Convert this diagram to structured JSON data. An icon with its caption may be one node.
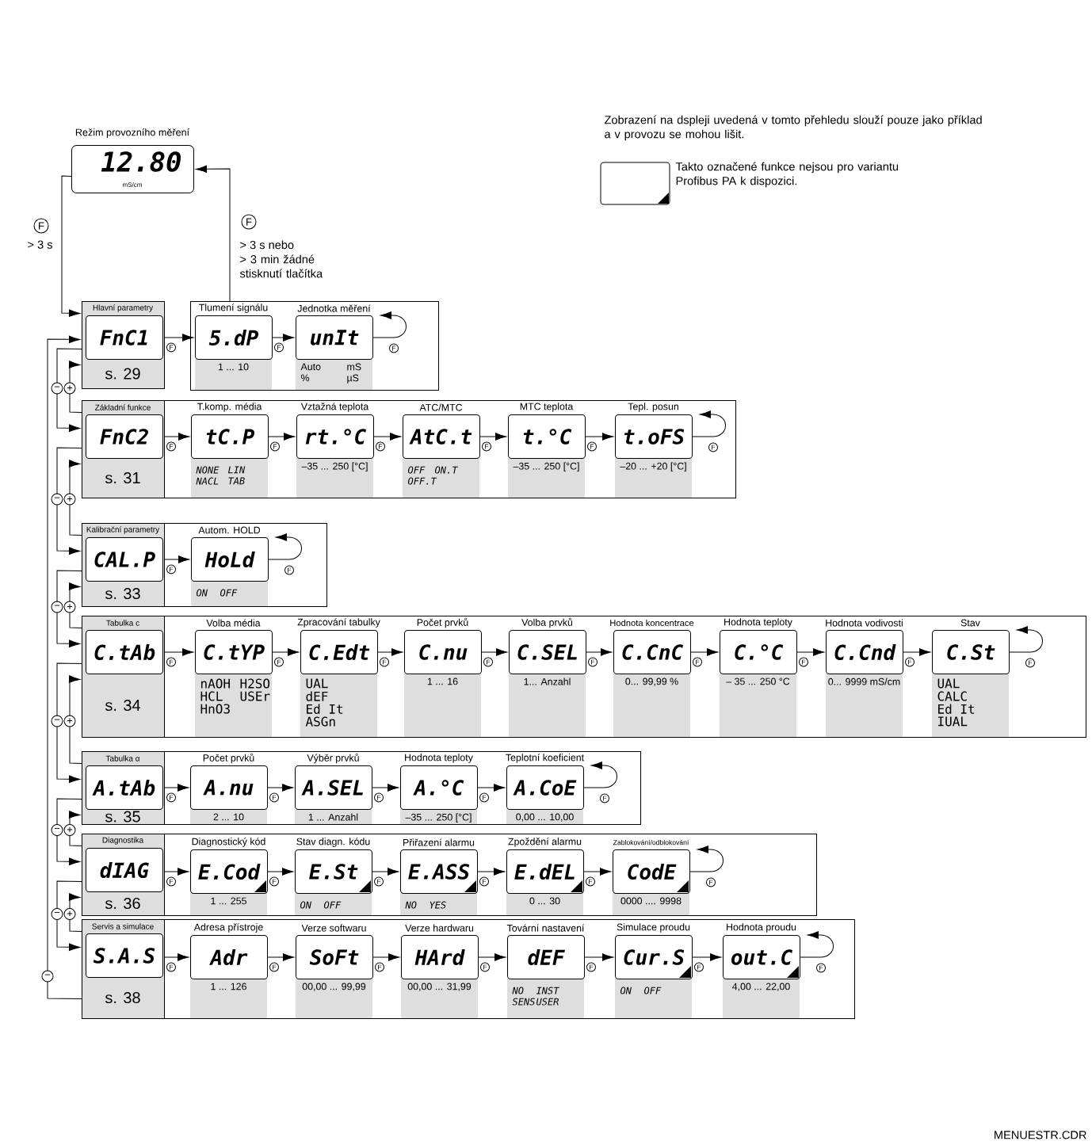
{
  "diagram": {
    "nodes": [
      {
        "text": [
          "Režim provozního měření",
          "12.80",
          "mS/cm"
        ]
      },
      {
        "text": [
          "Hlavní parametry",
          "FnC1",
          "s. 29"
        ]
      },
      {
        "text": [],
        "shape": "box"
      },
      {
        "text": [
          "Tlumení signálu",
          "5.dP",
          "1 ... 10"
        ],
        "in": 2
      },
      {
        "text": [
          "Jednotka měření",
          "unIt",
          "Auto",
          "mS",
          "%",
          "µS"
        ],
        "in": 2
      },
      {
        "text": [],
        "shape": "box"
      },
      {
        "text": [
          "Základní funkce",
          "FnC2",
          "s. 31"
        ],
        "in": 5
      },
      {
        "text": [
          "T.komp. média",
          "tC.P",
          "NONE",
          "LIN",
          "NACL",
          "TAB"
        ],
        "in": 5
      },
      {
        "text": [
          "Vztažná teplota",
          "rt.°C",
          "–35 ... 250 [°C]"
        ],
        "in": 5
      },
      {
        "text": [
          "ATC/MTC",
          "AtC.t",
          "OFF",
          "ON.T",
          "OFF.T"
        ],
        "in": 5
      },
      {
        "text": [
          "MTC teplota",
          "t.°C",
          "–35 ... 250 [°C]"
        ],
        "in": 5
      },
      {
        "text": [
          "Tepl. posun",
          "t.oFS",
          "–20 ... +20 [°C]"
        ],
        "in": 5
      },
      {
        "text": [],
        "shape": "box"
      },
      {
        "text": [
          "Kalibrační parametry",
          "CAL.P",
          "s. 33"
        ],
        "in": 12
      },
      {
        "text": [
          "Autom. HOLD",
          "HoLd",
          "ON",
          "OFF"
        ],
        "in": 12
      },
      {
        "text": [],
        "shape": "box"
      },
      {
        "text": [
          "Tabulka c",
          "C.tAb",
          "s. 34"
        ],
        "in": 15
      },
      {
        "text": [
          "Volba média",
          "C.tYP",
          "nAOH",
          "H2SO",
          "HCL",
          "USEr",
          "HnO3"
        ],
        "in": 15
      },
      {
        "text": [
          "Zpracování tabulky",
          "C.Edt",
          "UAL",
          "dEF",
          "Ed It",
          "ASGn"
        ],
        "in": 15
      },
      {
        "text": [
          "Počet prvků",
          "C.nu",
          "1 ... 16"
        ],
        "in": 15
      },
      {
        "text": [
          "Volba prvků",
          "C.SEL",
          "1... Anzahl"
        ],
        "in": 15
      },
      {
        "text": [
          "Hodnota koncentrace",
          "C.CnC",
          "0... 99,99 %"
        ],
        "in": 15
      },
      {
        "text": [
          "Hodnota teploty",
          "C.°C",
          "– 35 ... 250 °C"
        ],
        "in": 15
      },
      {
        "text": [
          "Hodnota vodivosti",
          "C.Cnd",
          "0... 9999 mS/cm"
        ],
        "in": 15
      },
      {
        "text": [
          "Stav",
          "C.St",
          "UAL",
          "CALC",
          "Ed It",
          "IUAL"
        ],
        "in": 15
      },
      {
        "text": [],
        "shape": "box"
      },
      {
        "text": [
          "Tabulka α",
          "A.tAb",
          "s. 35"
        ],
        "in": 25
      },
      {
        "text": [
          "Počet prvků",
          "A.nu",
          "2 ... 10"
        ],
        "in": 25
      },
      {
        "text": [
          "Výběr prvků",
          "A.SEL",
          "1 ... Anzahl"
        ],
        "in": 25
      },
      {
        "text": [
          "Hodnota teploty",
          "A.°C",
          "–35 ... 250 [°C]"
        ],
        "in": 25
      },
      {
        "text": [
          "Teplotní koeficient",
          "A.CoE",
          "0,00 ... 10,00"
        ],
        "in": 25
      },
      {
        "text": [],
        "shape": "box"
      },
      {
        "text": [
          "Diagnostika",
          "dIAG",
          "s. 36"
        ],
        "in": 31
      },
      {
        "text": [
          "Diagnostický kód",
          "E.Cod",
          "1 ... 255"
        ],
        "in": 31
      },
      {
        "text": [
          "Stav diagn. kódu",
          "E.St",
          "ON",
          "OFF"
        ],
        "in": 31
      },
      {
        "text": [
          "Přiřazení alarmu",
          "E.ASS",
          "NO",
          "YES"
        ],
        "in": 31
      },
      {
        "text": [
          "Zpoždění alarmu",
          "E.dEL",
          "0 ... 30"
        ],
        "in": 31
      },
      {
        "text": [
          "Zablokování/odblokování",
          "CodE",
          "0000 .... 9998"
        ],
        "in": 31
      },
      {
        "text": [],
        "shape": "box"
      },
      {
        "text": [
          "Servis a simulace",
          "S.A.S",
          "s. 38"
        ],
        "in": 38
      },
      {
        "text": [
          "Adresa přístroje",
          "Adr",
          "1 ... 126"
        ],
        "in": 38
      },
      {
        "text": [
          "Verze softwaru",
          "SoFt",
          "00,00 ... 99,99"
        ],
        "in": 38
      },
      {
        "text": [
          "Verze hardwaru",
          "HArd",
          "00,00 ... 31,99"
        ],
        "in": 38
      },
      {
        "text": [
          "Tovární nastavení",
          "dEF",
          "NO",
          "INST",
          "SENS",
          "USER"
        ],
        "in": 38
      },
      {
        "text": [
          "Simulace proudu",
          "Cur.S",
          "ON",
          "OFF"
        ],
        "in": 38
      },
      {
        "text": [
          "Hodnota proudu",
          "out.C",
          "4,00 ... 22,00"
        ],
        "in": 38
      }
    ],
    "edges": [
      {
        "from": 0,
        "to": 1,
        "arrow": "to",
        "label": "F"
      },
      {
        "from": 2,
        "to": 0,
        "arrow": "to",
        "label": "F"
      },
      {
        "from": 1,
        "to": 3,
        "arrow": "to",
        "label": "F"
      },
      {
        "from": 3,
        "to": 4,
        "arrow": "to",
        "label": "F"
      },
      {
        "from": 4,
        "to": 4,
        "arrow": "to",
        "label": "F"
      },
      {
        "from": 6,
        "to": 7,
        "arrow": "to",
        "label": "F"
      },
      {
        "from": 7,
        "to": 8,
        "arrow": "to",
        "label": "F"
      },
      {
        "from": 8,
        "to": 9,
        "arrow": "to",
        "label": "F"
      },
      {
        "from": 9,
        "to": 10,
        "arrow": "to",
        "label": "F"
      },
      {
        "from": 10,
        "to": 11,
        "arrow": "to",
        "label": "F"
      },
      {
        "from": 11,
        "to": 11,
        "arrow": "to",
        "label": "F"
      },
      {
        "from": 13,
        "to": 14,
        "arrow": "to",
        "label": "F"
      },
      {
        "from": 14,
        "to": 14,
        "arrow": "to",
        "label": "F"
      },
      {
        "from": 16,
        "to": 17,
        "arrow": "to",
        "label": "F"
      },
      {
        "from": 17,
        "to": 18,
        "arrow": "to",
        "label": "F"
      },
      {
        "from": 18,
        "to": 19,
        "arrow": "to",
        "label": "F"
      },
      {
        "from": 19,
        "to": 20,
        "arrow": "to",
        "label": "F"
      },
      {
        "from": 20,
        "to": 21,
        "arrow": "to",
        "label": "F"
      },
      {
        "from": 21,
        "to": 22,
        "arrow": "to",
        "label": "F"
      },
      {
        "from": 22,
        "to": 23,
        "arrow": "to",
        "label": "F"
      },
      {
        "from": 23,
        "to": 24,
        "arrow": "to",
        "label": "F"
      },
      {
        "from": 24,
        "to": 24,
        "arrow": "to",
        "label": "F"
      },
      {
        "from": 26,
        "to": 27,
        "arrow": "to",
        "label": "F"
      },
      {
        "from": 27,
        "to": 28,
        "arrow": "to",
        "label": "F"
      },
      {
        "from": 28,
        "to": 29,
        "arrow": "to",
        "label": "F"
      },
      {
        "from": 29,
        "to": 30,
        "arrow": "to",
        "label": "F"
      },
      {
        "from": 30,
        "to": 30,
        "arrow": "to",
        "label": "F"
      },
      {
        "from": 32,
        "to": 33,
        "arrow": "to",
        "label": "F"
      },
      {
        "from": 33,
        "to": 34,
        "arrow": "to",
        "label": "F"
      },
      {
        "from": 34,
        "to": 35,
        "arrow": "to",
        "label": "F"
      },
      {
        "from": 35,
        "to": 36,
        "arrow": "to",
        "label": "F"
      },
      {
        "from": 36,
        "to": 37,
        "arrow": "to",
        "label": "F"
      },
      {
        "from": 37,
        "to": 37,
        "arrow": "to",
        "label": "F"
      },
      {
        "from": 39,
        "to": 40,
        "arrow": "to",
        "label": "F"
      },
      {
        "from": 40,
        "to": 41,
        "arrow": "to",
        "label": "F"
      },
      {
        "from": 41,
        "to": 42,
        "arrow": "to",
        "label": "F"
      },
      {
        "from": 42,
        "to": 43,
        "arrow": "to",
        "label": "F"
      },
      {
        "from": 43,
        "to": 44,
        "arrow": "to",
        "label": "F"
      },
      {
        "from": 44,
        "to": 45,
        "arrow": "to",
        "label": "F"
      },
      {
        "from": 45,
        "to": 45,
        "arrow": "to",
        "label": "F"
      },
      {
        "from": 1,
        "to": 6,
        "arrow": "to",
        "label": "−"
      },
      {
        "from": 6,
        "to": 1,
        "arrow": "to",
        "label": "+"
      },
      {
        "from": 6,
        "to": 13,
        "arrow": "to",
        "label": "−"
      },
      {
        "from": 13,
        "to": 6,
        "arrow": "to",
        "label": "+"
      },
      {
        "from": 13,
        "to": 16,
        "arrow": "to",
        "label": "−"
      },
      {
        "from": 16,
        "to": 13,
        "arrow": "to",
        "label": "+"
      },
      {
        "from": 16,
        "to": 26,
        "arrow": "to",
        "label": "−"
      },
      {
        "from": 26,
        "to": 16,
        "arrow": "to",
        "label": "+"
      },
      {
        "from": 26,
        "to": 32,
        "arrow": "to",
        "label": "−"
      },
      {
        "from": 32,
        "to": 26,
        "arrow": "to",
        "label": "+"
      },
      {
        "from": 32,
        "to": 39,
        "arrow": "to",
        "label": "−"
      },
      {
        "from": 39,
        "to": 32,
        "arrow": "to",
        "label": "+"
      },
      {
        "from": 39,
        "to": 1,
        "arrow": "to",
        "label": "−"
      }
    ],
    "labels": [
      "Zobrazení na dspleji uvedená v tomto přehledu slouží pouze jako příklad a v provozu se mohou lišit.",
      "> 3 s",
      "> 3 s nebo",
      "> 3 min žádné stisknutí tlačítka",
      "MENUESTR.CDR"
    ],
    "legend": [
      {
        "text": "Takto označené funkce nejsou pro variantu Profibus PA k dispozici."
      }
    ]
  }
}
